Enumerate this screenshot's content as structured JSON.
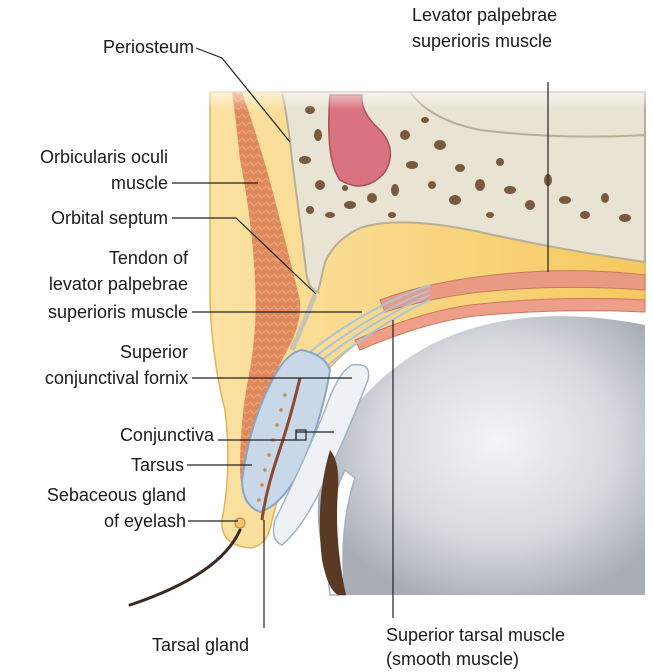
{
  "labels": {
    "periosteum": "Periosteum",
    "orbicularis_1": "Orbicularis oculi",
    "orbicularis_2": "muscle",
    "orbital_septum": "Orbital septum",
    "tendon_1": "Tendon of",
    "tendon_2": "levator palpebrae",
    "tendon_3": "superioris muscle",
    "fornix_1": "Superior",
    "fornix_2": "conjunctival fornix",
    "conjunctiva": "Conjunctiva",
    "tarsus": "Tarsus",
    "sebaceous_1": "Sebaceous gland",
    "sebaceous_2": "of eyelash",
    "levator_1": "Levator palpebrae",
    "levator_2": "superioris muscle",
    "tarsal_gland": "Tarsal gland",
    "superior_tarsal_1": "Superior tarsal muscle",
    "superior_tarsal_2": "(smooth muscle)"
  },
  "colors": {
    "fat": "#f7cf6e",
    "fat_light": "#fbe3a6",
    "muscle": "#e08a5c",
    "muscle_stripe": "#e8a27d",
    "bone": "#e9e3d3",
    "bone_pores": "#7a5a3e",
    "sinus": "#d9737f",
    "eyeball": "#c9cdd3",
    "tarsus": "#c9d8e8",
    "leader": "#222222"
  }
}
